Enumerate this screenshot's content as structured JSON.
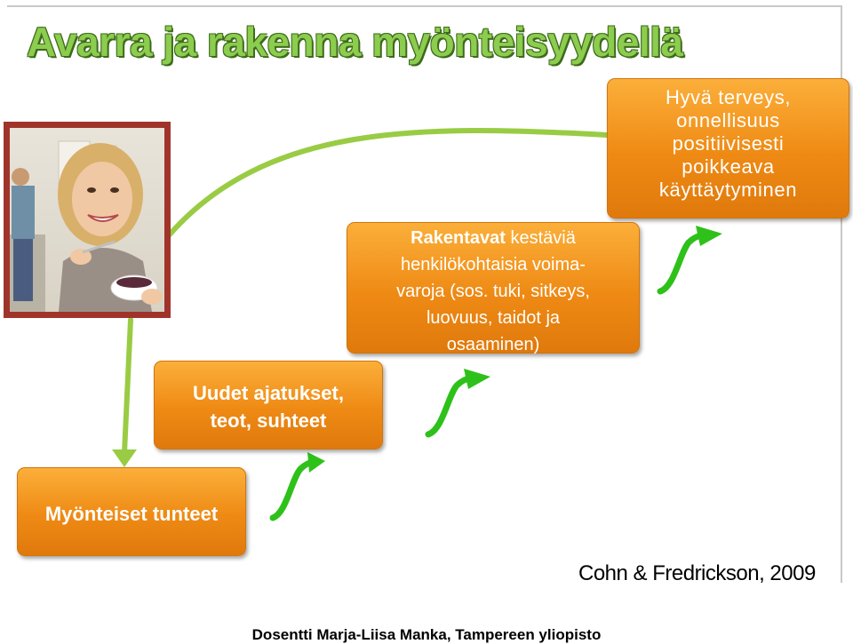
{
  "title": "Avarra ja rakenna myönteisyydellä",
  "boxes": {
    "top": {
      "lines": [
        "Hyvä terveys,",
        "onnellisuus",
        "positiivisesti",
        "poikkeava",
        "käyttäytyminen"
      ]
    },
    "middle": {
      "bold_word": "Rakentavat",
      "line1_rest": " kestäviä",
      "lines": [
        "henkilökohtaisia voima-",
        "varoja (sos. tuki, sitkeys,",
        "luovuus, taidot ja",
        "osaaminen)"
      ]
    },
    "uudet": {
      "lines": [
        "Uudet ajatukset,",
        "teot, suhteet"
      ]
    },
    "myonteiset": {
      "lines": [
        "Myönteiset tunteet"
      ]
    }
  },
  "citation": "Cohn & Fredrickson, 2009",
  "footer": "Dosentti Marja-Liisa Manka, Tampereen yliopisto",
  "colors": {
    "title_green": "#8ccc4e",
    "box_orange": "#ee8a14",
    "connector_green": "#99cc44",
    "arrow_green": "#2ec11a"
  }
}
